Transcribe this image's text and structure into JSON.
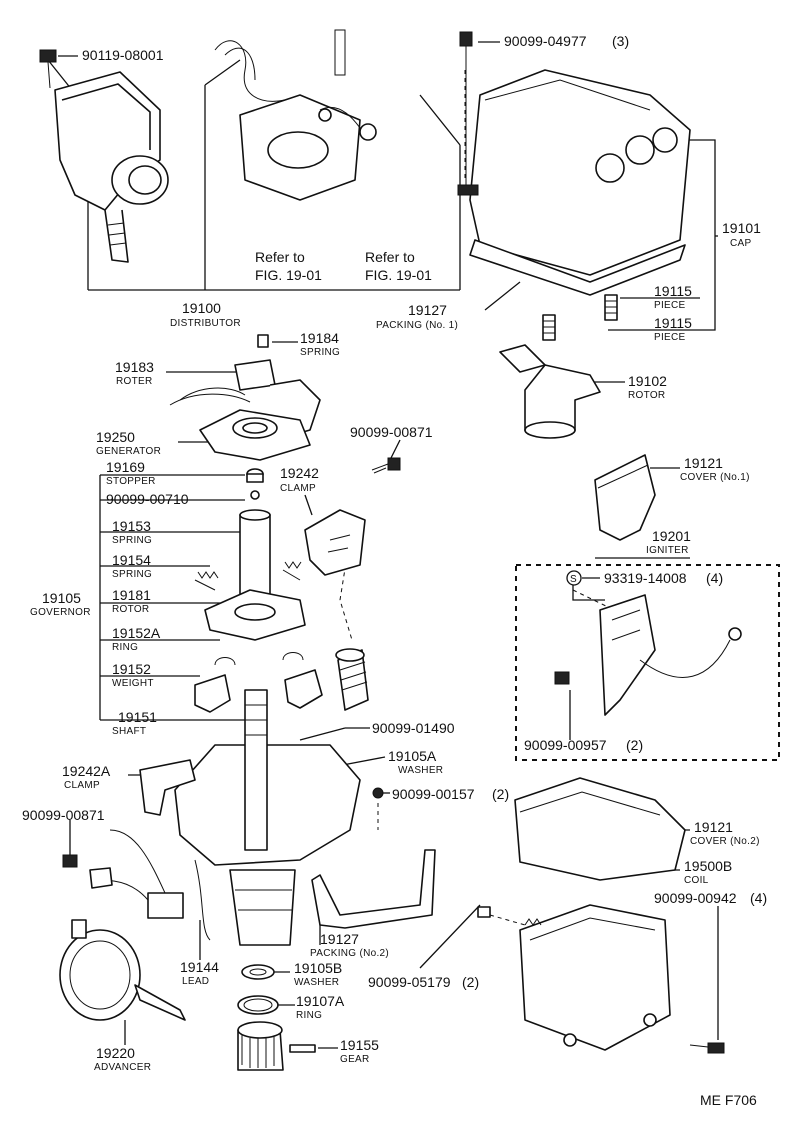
{
  "callouts": {
    "bolt_top": "90119-08001",
    "screw_cap": "90099-04977",
    "screw_cap_qty": "(3)",
    "refer1_a": "Refer to",
    "refer1_b": "FIG. 19-01",
    "refer2_a": "Refer to",
    "refer2_b": "FIG. 19-01",
    "distributor_no": "19100",
    "distributor_name": "DISTRIBUTOR",
    "packing1_no": "19127",
    "packing1_name": "PACKING (No. 1)",
    "cap_no": "19101",
    "cap_name": "CAP",
    "piece1_no": "19115",
    "piece1_name": "PIECE",
    "piece2_no": "19115",
    "piece2_name": "PIECE",
    "spring184_no": "19184",
    "spring184_name": "SPRING",
    "roter_no": "19183",
    "roter_name": "ROTER",
    "rotor102_no": "19102",
    "rotor102_name": "ROTOR",
    "generator_no": "19250",
    "generator_name": "GENERATOR",
    "screw_871a": "90099-00871",
    "stopper_no": "19169",
    "stopper_name": "STOPPER",
    "clamp242_no": "19242",
    "clamp242_name": "CLAMP",
    "screw_710": "90099-00710",
    "cover1_no": "19121",
    "cover1_name": "COVER (No.1)",
    "spring153_no": "19153",
    "spring153_name": "SPRING",
    "igniter_no": "19201",
    "igniter_name": "IGNITER",
    "spring154_no": "19154",
    "spring154_name": "SPRING",
    "screw_s_mark": "S",
    "screw_14008": "93319-14008",
    "screw_14008_qty": "(4)",
    "governor_no": "19105",
    "governor_name": "GOVERNOR",
    "rotor181_no": "19181",
    "rotor181_name": "ROTOR",
    "ring152a_no": "19152A",
    "ring152a_name": "RING",
    "weight_no": "19152",
    "weight_name": "WEIGHT",
    "shaft_no": "19151",
    "shaft_name": "SHAFT",
    "screw_1490": "90099-01490",
    "screw_957": "90099-00957",
    "screw_957_qty": "(2)",
    "washer105a_no": "19105A",
    "washer105a_name": "WASHER",
    "clamp242a_no": "19242A",
    "clamp242a_name": "CLAMP",
    "screw_157": "90099-00157",
    "screw_157_qty": "(2)",
    "screw_871b": "90099-00871",
    "cover2_no": "19121",
    "cover2_name": "COVER (No.2)",
    "coil_no": "19500B",
    "coil_name": "COIL",
    "screw_942": "90099-00942",
    "screw_942_qty": "(4)",
    "packing2_no": "19127",
    "packing2_name": "PACKING (No.2)",
    "lead_no": "19144",
    "lead_name": "LEAD",
    "washer105b_no": "19105B",
    "washer105b_name": "WASHER",
    "screw_5179": "90099-05179",
    "screw_5179_qty": "(2)",
    "ring107a_no": "19107A",
    "ring107a_name": "RING",
    "advancer_no": "19220",
    "advancer_name": "ADVANCER",
    "gear_no": "19155",
    "gear_name": "GEAR"
  },
  "figure_code": "ME F706"
}
